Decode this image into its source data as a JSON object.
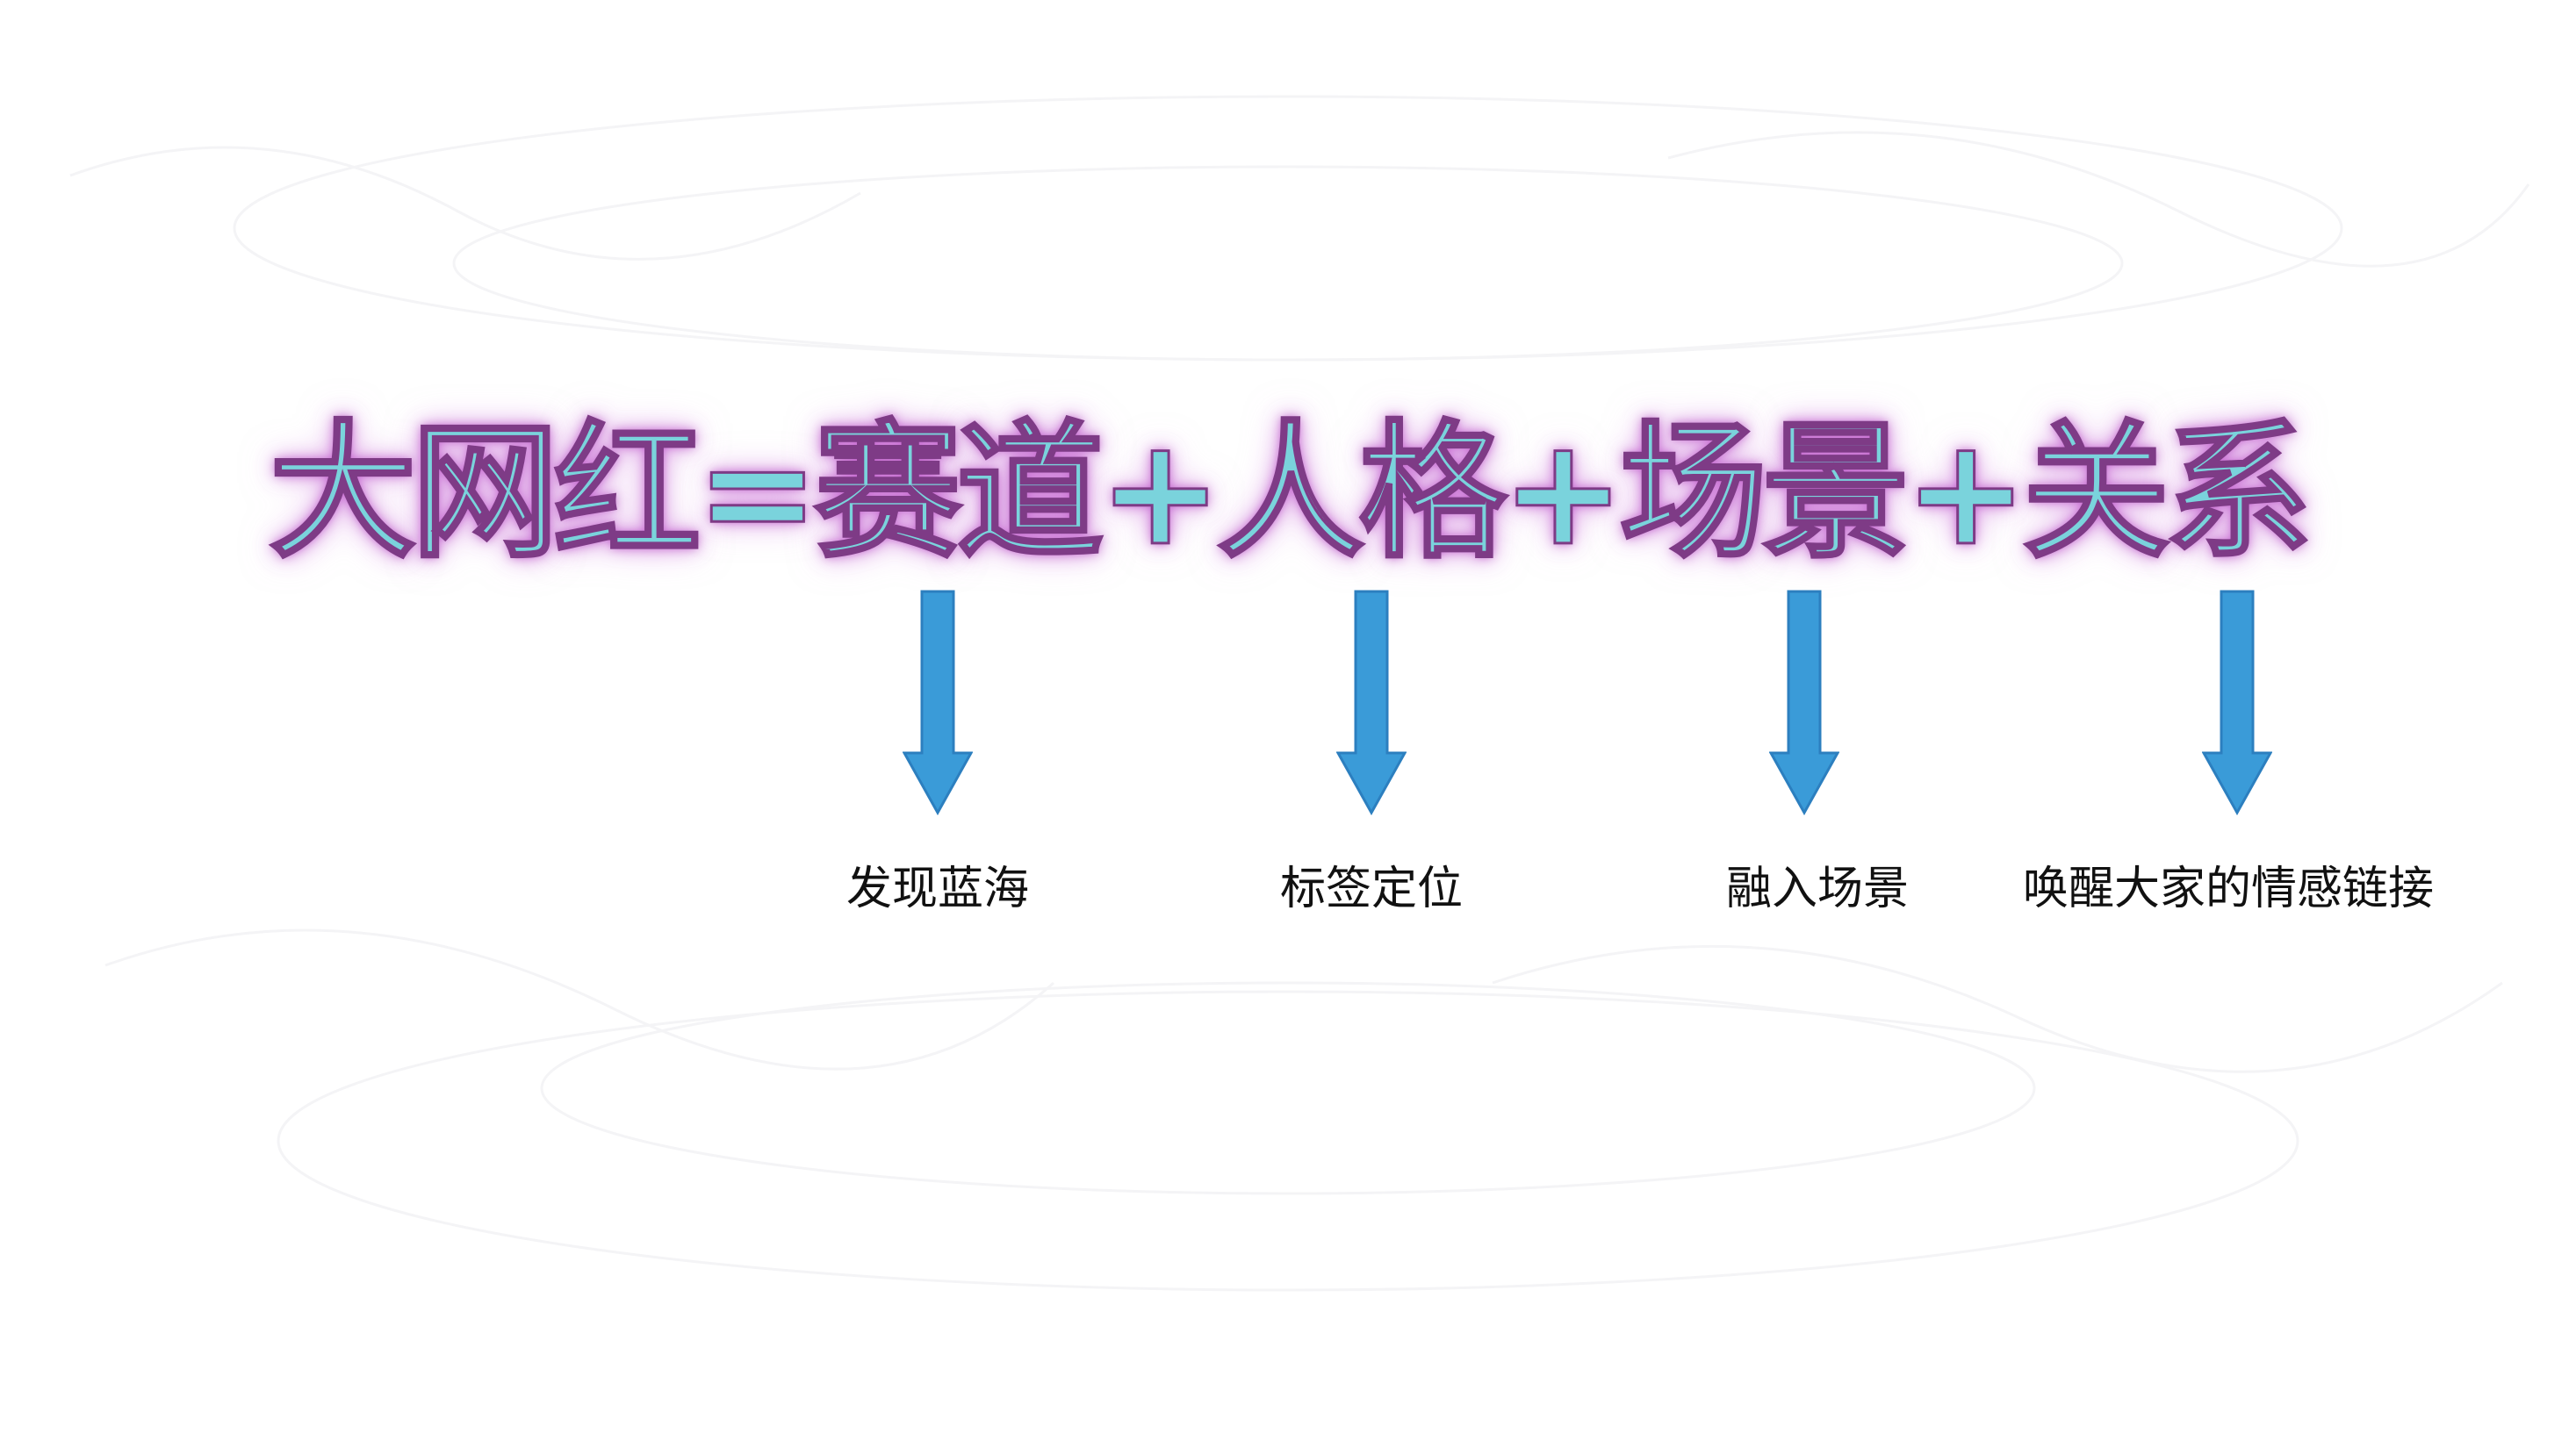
{
  "title": {
    "text": "大网红=赛道+人格+场景+关系",
    "fill_color": "#7ad3dc",
    "outline_color": "#7e3b86",
    "glow_color": "#d28ce0"
  },
  "branches": [
    {
      "label": "发现蓝海"
    },
    {
      "label": "标签定位"
    },
    {
      "label": "融入场景"
    },
    {
      "label": "唤醒大家的情感链接"
    }
  ],
  "arrow_color": "#3a9bd8",
  "arrow_outline_color": "#2c7fbf",
  "arrow_icon": "down-arrow-icon"
}
